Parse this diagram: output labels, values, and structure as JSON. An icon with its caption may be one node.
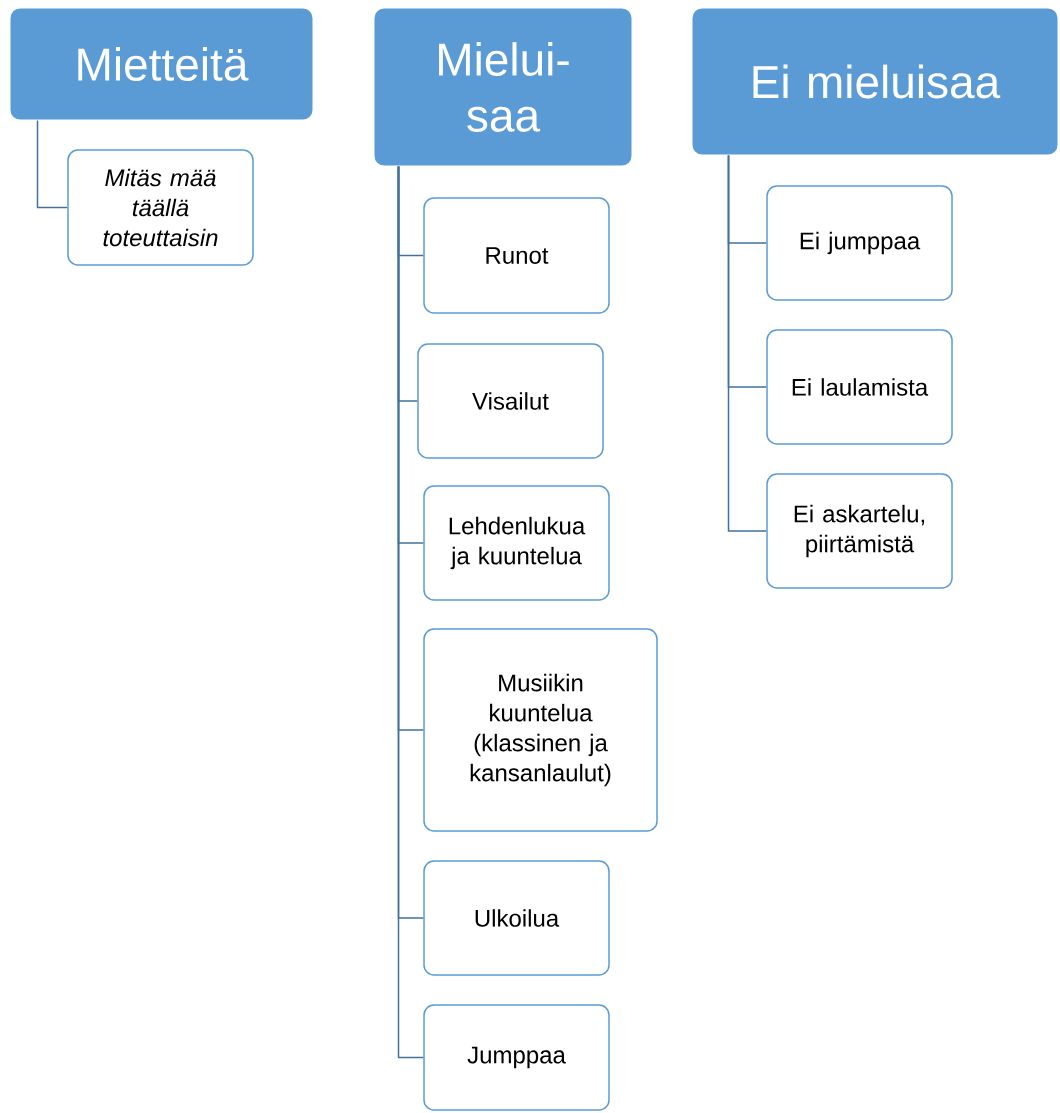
{
  "diagram": {
    "nodes": [
      {
        "text": [
          "Mietteitä"
        ]
      },
      {
        "text": [
          "Mitäs mää täällä toteuttaisin"
        ]
      },
      {
        "text": [
          "Mielui-saa"
        ]
      },
      {
        "text": [
          "Runot"
        ]
      },
      {
        "text": [
          "Visailut"
        ]
      },
      {
        "text": [
          "Lehdenlukua ja kuuntelua"
        ]
      },
      {
        "text": [
          "Musiikin kuuntelua (klassinen ja kansanlaulut)"
        ]
      },
      {
        "text": [
          "Ulkoilua"
        ]
      },
      {
        "text": [
          "Jumppaa"
        ]
      },
      {
        "text": [
          "Ei mieluisaa"
        ]
      },
      {
        "text": [
          "Ei jumppaa"
        ]
      },
      {
        "text": [
          "Ei laulamista"
        ]
      },
      {
        "text": [
          "Ei askartelu, piirtämistä"
        ]
      }
    ],
    "edges": [
      {
        "from": 0,
        "to": 1,
        "arrow": "none"
      },
      {
        "from": 2,
        "to": 3,
        "arrow": "none"
      },
      {
        "from": 2,
        "to": 4,
        "arrow": "none"
      },
      {
        "from": 2,
        "to": 5,
        "arrow": "none"
      },
      {
        "from": 2,
        "to": 6,
        "arrow": "none"
      },
      {
        "from": 2,
        "to": 7,
        "arrow": "none"
      },
      {
        "from": 2,
        "to": 8,
        "arrow": "none"
      },
      {
        "from": 9,
        "to": 10,
        "arrow": "none"
      },
      {
        "from": 9,
        "to": 11,
        "arrow": "none"
      },
      {
        "from": 9,
        "to": 12,
        "arrow": "none"
      }
    ]
  }
}
